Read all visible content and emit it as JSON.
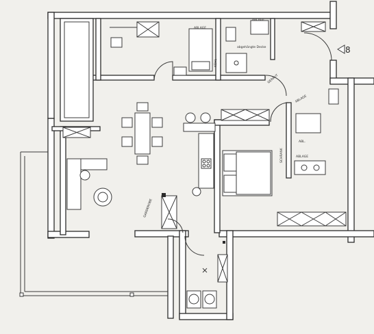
{
  "plan": {
    "unit_label": "8",
    "labels": {
      "ablage_left": "ABLAGE",
      "ablage_right": "ABLAGE",
      "abgehängte_decke": "abgehängte Decke",
      "ablage_bath": "ABLAGE",
      "geräteraum": "GERÄUT",
      "schrank": "SCHRANK",
      "ablage_top": "ABLAGE",
      "garderobe": "GARDEROBE",
      "kuehlen": "KÜHL",
      "ablage_small": "ABL."
    }
  }
}
